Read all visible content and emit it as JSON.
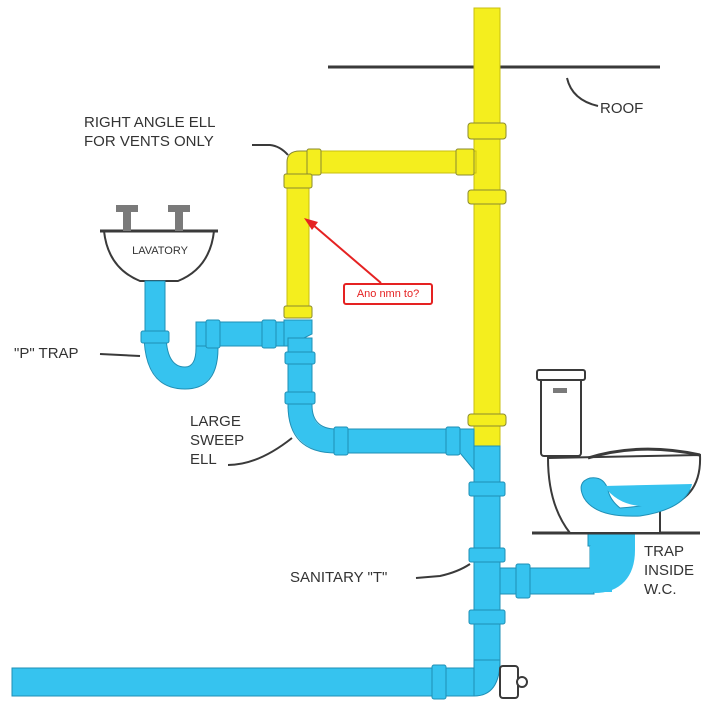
{
  "labels": {
    "roof": "ROOF",
    "right_angle_ell_line1": "RIGHT ANGLE ELL",
    "right_angle_ell_line2": "FOR VENTS ONLY",
    "lavatory": "LAVATORY",
    "p_trap": "\"P\" TRAP",
    "large_sweep_ell_line1": "LARGE",
    "large_sweep_ell_line2": "SWEEP",
    "large_sweep_ell_line3": "ELL",
    "sanitary_t": "SANITARY \"T\"",
    "trap_inside_wc_line1": "TRAP",
    "trap_inside_wc_line2": "INSIDE",
    "trap_inside_wc_line3": "W.C."
  },
  "annotation": {
    "question": "Ano nmn to?"
  },
  "colors": {
    "vent_pipe": "#f4ee1e",
    "drain_pipe": "#36c3ef",
    "annotation": "#e52222",
    "outline": "#3a3a3a"
  }
}
